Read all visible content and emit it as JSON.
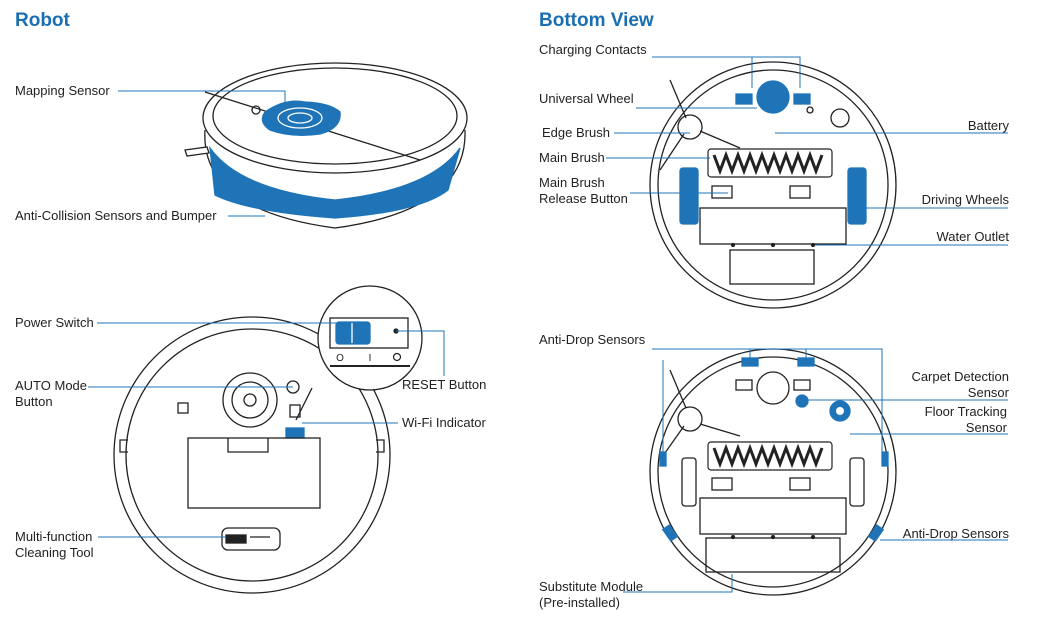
{
  "left_section": {
    "title": "Robot",
    "labels": {
      "mapping_sensor": "Mapping Sensor",
      "bumper": "Anti-Collision Sensors and Bumper",
      "power_switch": "Power Switch",
      "auto_mode_line1": "AUTO Mode",
      "auto_mode_line2": "Button",
      "reset_button": "RESET Button",
      "wifi_indicator": "Wi-Fi Indicator",
      "cleaning_tool_line1": "Multi-function",
      "cleaning_tool_line2": "Cleaning Tool"
    }
  },
  "right_section": {
    "title": "Bottom View",
    "labels": {
      "charging_contacts": "Charging Contacts",
      "universal_wheel": "Universal Wheel",
      "edge_brush": "Edge Brush",
      "main_brush": "Main Brush",
      "release_line1": "Main Brush",
      "release_line2": "Release Button",
      "battery": "Battery",
      "driving_wheels": "Driving Wheels",
      "water_outlet": "Water Outlet",
      "anti_drop_top": "Anti-Drop Sensors",
      "carpet_line1": "Carpet Detection",
      "carpet_line2": "Sensor",
      "floor_line1": "Floor Tracking",
      "floor_line2": "Sensor",
      "anti_drop_bottom": "Anti-Drop Sensors",
      "substitute_line1": "Substitute Module",
      "substitute_line2": "(Pre-installed)"
    }
  },
  "switch_symbols": {
    "off": "O",
    "on": "I"
  },
  "colors": {
    "accent": "#1a6fb3",
    "part_blue": "#1f74b8",
    "line": "#2a2a2a"
  }
}
